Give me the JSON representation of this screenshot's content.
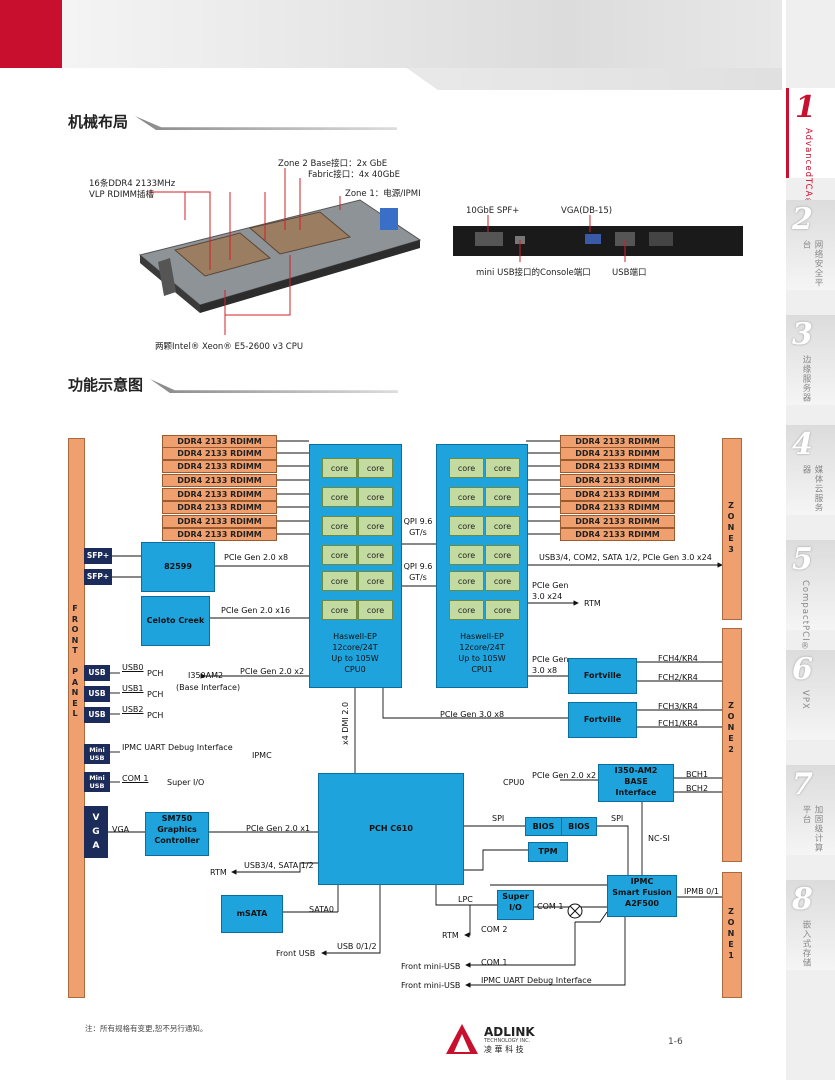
{
  "sidebar": {
    "tabs": [
      {
        "num": "1",
        "label": "AdvancedTCA®",
        "active": true
      },
      {
        "num": "2",
        "label": "网络安全平台"
      },
      {
        "num": "3",
        "label": "边缘服务器"
      },
      {
        "num": "4",
        "label": "媒体云服务器"
      },
      {
        "num": "5",
        "label": "CompactPCI®"
      },
      {
        "num": "6",
        "label": "VPX"
      },
      {
        "num": "7",
        "label": "加固级计算平台"
      },
      {
        "num": "8",
        "label": "嵌入式存储"
      }
    ]
  },
  "mech": {
    "title": "机械布局",
    "labels": {
      "zone2": "Zone 2 Base接口：2x GbE",
      "fabric": "Fabric接口：4x 40GbE",
      "ddr": "16条DDR4 2133MHz",
      "ddr2": "VLP RDIMM插槽",
      "zone1": "Zone 1：电源/IPMI",
      "cpu": "两颗Intel® Xeon® E5-2600 v3 CPU",
      "spf": "10GbE SPF+",
      "vga": "VGA(DB-15)",
      "miniusb": "mini USB接口的Console端口",
      "usb": "USB端口"
    }
  },
  "func": {
    "title": "功能示意图",
    "ddr_label": "DDR4 2133 RDIMM",
    "core_label": "core",
    "front_panel": [
      "F",
      "R",
      "O",
      "N",
      "T",
      "",
      "P",
      "A",
      "N",
      "E",
      "L"
    ],
    "zone3": [
      "Z",
      "O",
      "N",
      "E",
      "3"
    ],
    "zone2": [
      "Z",
      "O",
      "N",
      "E",
      "2"
    ],
    "zone1": [
      "Z",
      "O",
      "N",
      "E",
      "1"
    ],
    "sfp": "SFP+",
    "usb": "USB",
    "mini_usb": "Mini USB",
    "vga": [
      "V",
      "G",
      "A"
    ],
    "blocks": {
      "nic82599": "82599",
      "celoto": "Celoto Creek",
      "cpu0": "Haswell-EP\n12core/24T\nUp to 105W\nCPU0",
      "cpu1": "Haswell-EP\n12core/24T\nUp to 105W\nCPU1",
      "fortville": "Fortville",
      "i350": "I350-AM2\nBASE\nInterface",
      "pch": "PCH C610",
      "sm750": "SM750\nGraphics\nController",
      "bios": "BIOS",
      "tpm": "TPM",
      "msata": "mSATA",
      "superio": "Super\nI/O",
      "ipmc": "IPMC\nSmart Fusion\nA2F500"
    },
    "texts": {
      "pcie_x8": "PCIe Gen 2.0 x8",
      "pcie_x16": "PCIe Gen 2.0 x16",
      "pcie_x2": "PCIe Gen 2.0 x2",
      "i350am2": "I350AM2",
      "base_if": "(Base Interface)",
      "usb0": "USB0",
      "usb1": "USB1",
      "usb2": "USB2",
      "pch": "PCH",
      "ipmc_uart": "IPMC UART Debug Interface",
      "ipmc": "IPMC",
      "com1": "COM 1",
      "superio": "Super I/O",
      "vga_line": "VGA",
      "pcie_x1": "PCIe Gen 2.0  x1",
      "usb34": "USB3/4, SATA 1/2",
      "rtm": "RTM",
      "sata0": "SATA0",
      "usb01": "USB 0/1/2",
      "front_usb": "Front USB",
      "dmi": "x4 DMI 2.0",
      "qpi1": "QPI 9.6\nGT/s",
      "qpi2": "QPI 9.6\nGT/s",
      "zone3_line": "USB3/4, COM2, SATA 1/2,  PCIe Gen 3.0 x24",
      "pcie_gen": "PCIe Gen\n3.0 x24",
      "pcie_gen2": "PCIe Gen\n3.0 x8",
      "pcie30x8": "PCIe Gen 3.0  x8",
      "fch4": "FCH4/KR4",
      "fch2": "FCH2/KR4",
      "fch3": "FCH3/KR4",
      "fch1": "FCH1/KR4",
      "cpu0_lbl": "CPU0",
      "pcie_x2b": "PCIe Gen 2.0 x2",
      "bch1": "BCH1",
      "bch2": "BCH2",
      "spi": "SPI",
      "ncsi": "NC-SI",
      "lpc": "LPC",
      "ipmb": "IPMB 0/1",
      "com2": "COM 2",
      "front_mini_com1": "Front mini-USB",
      "front_mini_ipmc": "Front mini-USB",
      "ipmc_uart2": "IPMC UART Debug Interface"
    }
  },
  "footer": {
    "note": "注：所有规格有变更,恕不另行通知。",
    "brand": "ADLINK",
    "brand_sub": "TECHNOLOGY INC.",
    "brand_cn": "凌 華 科 技",
    "page": "1-6"
  }
}
